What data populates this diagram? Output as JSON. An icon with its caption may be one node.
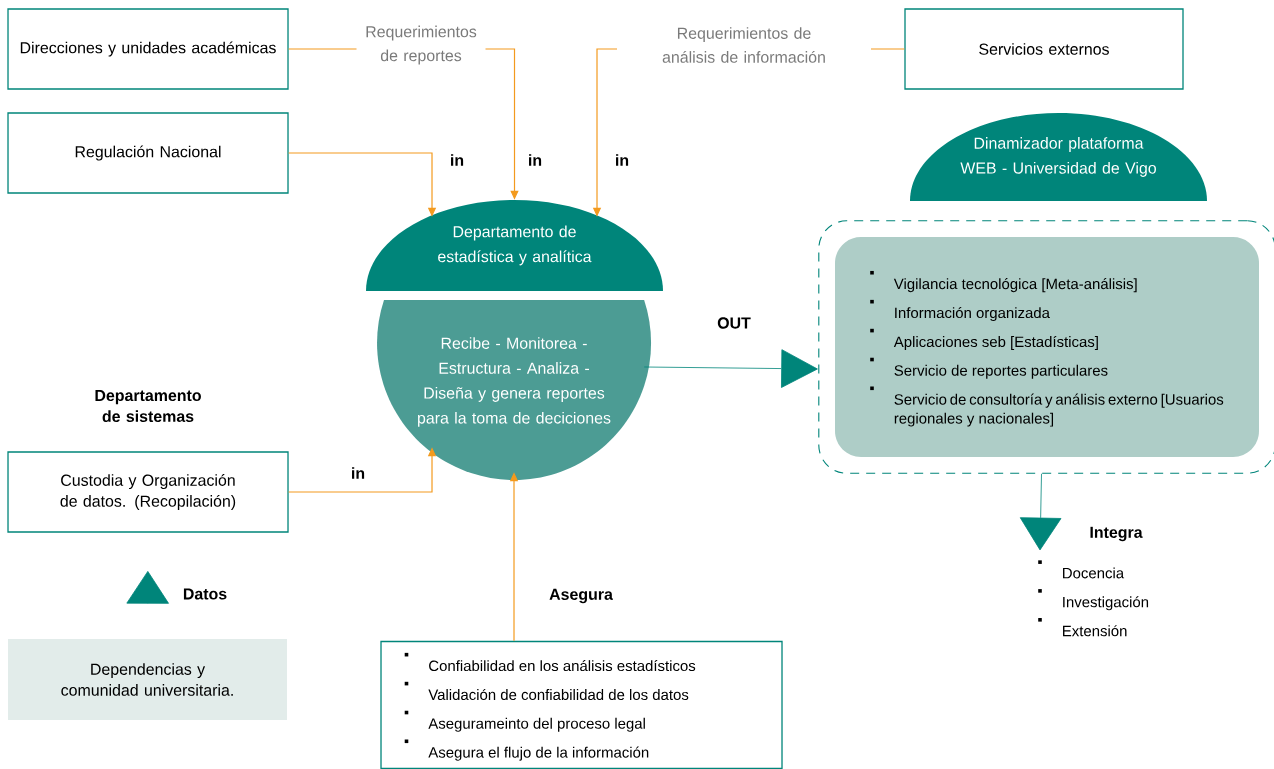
{
  "diagram": {
    "nodes": [
      {
        "text": [
          "Direcciones y unidades académicas"
        ]
      },
      {
        "text": [
          "Servicios externos"
        ]
      },
      {
        "text": [
          "Regulación Nacional"
        ]
      },
      {
        "text": [
          "Departamento de estadística y analítica"
        ]
      },
      {
        "text": [
          "Recibe - Monitorea - Estructura - Analiza - Diseña y genera reportes para la toma de deciciones"
        ]
      },
      {
        "text": [
          "Dinamizador plataforma WEB - Universidad de Vigo"
        ]
      },
      {
        "text": [],
        "shape": "box"
      },
      {
        "text": [
          "Vigilancia tecnológica [Meta-análisis]",
          "Información organizada",
          "Aplicaciones seb [Estadísticas]",
          "Servicio de reportes particulares",
          "Servicio de consultoría y análisis externo [Usuarios regionales y nacionales]"
        ],
        "in": 6
      },
      {
        "text": [
          "Departamento de sistemas",
          "Custodia y Organización de datos. (Recopilación)"
        ]
      },
      {
        "text": [
          "Docencia",
          "Investigación",
          "Extensión"
        ]
      },
      {
        "text": [
          "Dependencias y comunidad universitaria."
        ]
      },
      {
        "text": [
          "Confiabilidad en los análisis estadísticos",
          "Validación de confiabilidad de los datos",
          "Asegurameinto del proceso legal",
          "Asegura el flujo de la información"
        ]
      }
    ],
    "edges": [
      {
        "from": 0,
        "to": 3,
        "arrow": "to",
        "label": "Requerimientos de reportes",
        "color": "#f39a1e"
      },
      {
        "from": 1,
        "to": 3,
        "arrow": "to",
        "label": "Requerimientos de análisis de información",
        "color": "#f39a1e"
      },
      {
        "from": 2,
        "to": 3,
        "arrow": "to",
        "label": "in",
        "color": "#f39a1e"
      },
      {
        "from": 8,
        "to": 4,
        "arrow": "to",
        "label": "in",
        "color": "#f39a1e"
      },
      {
        "from": 11,
        "to": 4,
        "arrow": "to",
        "label": "Asegura",
        "color": "#f39a1e"
      },
      {
        "from": 4,
        "to": 6,
        "arrow": "to",
        "label": "OUT",
        "color": "#00857a"
      },
      {
        "from": 6,
        "to": 9,
        "arrow": "to",
        "label": "Integra",
        "color": "#00857a"
      },
      {
        "from": 10,
        "to": 8,
        "arrow": "to",
        "label": "Datos",
        "color": "#00857a"
      }
    ],
    "labels": [
      "in",
      "in"
    ]
  }
}
